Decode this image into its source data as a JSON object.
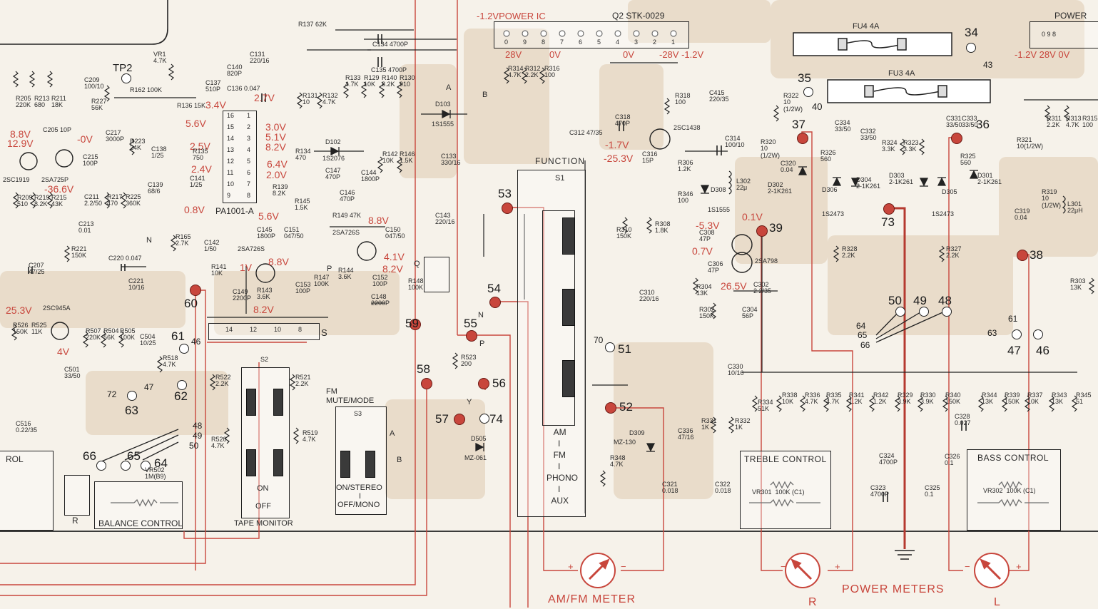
{
  "ic": {
    "power_ic_header": "-1.2VPOWER IC",
    "q2": "Q2  STK-0029",
    "pins": [
      "0",
      "9",
      "8",
      "7",
      "6",
      "5",
      "4",
      "3",
      "2",
      "1"
    ],
    "volt_28v": "28V",
    "volt_0v": "0V",
    "volt_0v_b": "0V",
    "volt_row": "-28V -1.2V",
    "power_right": "POWER",
    "power_right_pins": "0  9  8",
    "power_right_volts": "-1.2V 28V  0V",
    "pa1001": "PA1001-A",
    "pa_pins_left": [
      "16",
      "15",
      "14",
      "13",
      "12",
      "11",
      "10",
      "9"
    ],
    "pa_pins_right": [
      "1",
      "2",
      "3",
      "4",
      "5",
      "6",
      "7",
      "8"
    ]
  },
  "fuses": {
    "fu4": "FU4  4A",
    "fu3": "FU3  4A"
  },
  "tp": {
    "t34": "34",
    "t43": "43",
    "t35": "35",
    "t40": "40",
    "t37": "37",
    "t36": "36",
    "t53": "53",
    "t39": "39",
    "t73": "73",
    "t38": "38",
    "t54": "54",
    "t55": "55",
    "t56": "56",
    "t57": "57",
    "t58": "58",
    "t59": "59",
    "t60": "60",
    "t61": "61",
    "t62": "62",
    "t63": "63",
    "t64": "64",
    "t65": "65",
    "t66": "66",
    "t47": "47",
    "t46": "46",
    "t72": "72",
    "t74": "74",
    "t70": "70",
    "t51": "51",
    "t52": "52",
    "t50": "50",
    "t49": "49",
    "t48": "48",
    "t48b": "48",
    "t49b": "49",
    "t50b": "50",
    "t61b": "61",
    "t63b": "63",
    "t47b": "47",
    "t46b": "46",
    "t64b": "64",
    "t65b": "65",
    "t66b": "66",
    "tp2": "TP2"
  },
  "voltages": {
    "v1": "2.7V",
    "v2": "3.4V",
    "v3": "5.6V",
    "v4": "3.0V",
    "v5": "5.1V",
    "v6": "8.2V",
    "v7": "2.5V",
    "v8": "6.4V",
    "v9": "2.4V",
    "v10": "0.8V",
    "v11": "5.6V",
    "v12": "8.8V",
    "v13": "8.2V",
    "v14": "4.1V",
    "v15": "8.8V",
    "v16": "8.2V",
    "v17": "1V",
    "v18": "8.8V",
    "v19": "12.9V",
    "v20": "-0V",
    "v21": "-36.6V",
    "v22": "25.3V",
    "v23": "4V",
    "v24": "-1.7V",
    "v25": "-25.3V",
    "v26": "0.1V",
    "v27": "-5.3V",
    "v28": "0.7V",
    "v29": "26.5V",
    "v30": "2.0V"
  },
  "parts": {
    "r137": "R137 62K",
    "c134": "C134 4700P",
    "c135": "C135 4700P",
    "vr1": "VR1\n4.7K",
    "c140": "C140\n820P",
    "c131": "C131\n220/16",
    "c137": "C137\n510P",
    "c209": "C209\n100/10",
    "r162": "R162 100K",
    "r136": "R136 15K",
    "c136": "C136 0.047",
    "r131": "R131\n10",
    "r132": "R132\n4.7K",
    "r133": "R133\n4.7K",
    "r129": "R129\n10K",
    "r140": "R140\n8.2K",
    "r130": "R130\n910",
    "d103": "D103",
    "d103v": "1S1555",
    "r227": "R227\n56K",
    "r205": "R205\n220K",
    "r213": "R213\n680",
    "r211": "R211\n18K",
    "c205": "C205 10P",
    "c217": "C217\n3000P",
    "r223": "R223\n24K",
    "q201": "2SC1919",
    "q203": "2SA725P",
    "c215": "C215\n100P",
    "r135": "R135\n750",
    "c138": "C138\n1/25",
    "c139": "C139\n68/6",
    "c141": "C141\n1/25",
    "r134": "R134\n470",
    "d102": "D102",
    "d102v": "1S2076",
    "c147": "C147\n470P",
    "c146": "C146\n470P",
    "c144": "C144\n1800P",
    "r142": "R142\n10K",
    "r146": "R146\n1.5K",
    "c133": "C133\n330/16",
    "r139": "R139\n8.2K",
    "r145": "R145\n1.5K",
    "r149": "R149 47K",
    "c143": "C143\n220/16",
    "c145": "C145\n1800P",
    "c151": "C151\n047/50",
    "q8": "2SA726S",
    "c150": "C150\n047/50",
    "r165": "R165\n2.7K",
    "c142": "C142\n1/50",
    "q7": "2SA726S",
    "r141": "R141\n10K",
    "r143": "R143\n3.6K",
    "c149": "C149\n2200P",
    "c153": "C153\n100P",
    "r147": "R147\n100K",
    "r144": "R144\n3.6K",
    "c152": "C152\n100P",
    "c148": "C148\n2200P",
    "r148": "R148\n100K",
    "r209": "R209\n510",
    "r219": "R219\n8.2K",
    "r215": "R215\n43K",
    "c211": "C211\n2.2/50",
    "r217": "R217\n470",
    "r225": "R225\n360K",
    "c213": "C213\n0.01",
    "r221": "R221\n150K",
    "c207": "C207\n47/25",
    "c220": "C220 0.047",
    "c221": "C221\n10/16",
    "q502": "2SC945A",
    "r526": "R526\n150K",
    "r525": "R525\n11K",
    "r507": "R507\n220K",
    "r504": "R504\n56K",
    "r505": "R505\n100K",
    "c504": "C504\n10/25",
    "r518": "R518\n4.7K",
    "c501": "C501\n33/50",
    "c516": "C516\n0.22/35",
    "r522": "R522\n2.2K",
    "r521": "R521\n2.2K",
    "r520": "R520\n4.7K",
    "r519": "R519\n4.7K",
    "r523": "R523\n200",
    "d505": "D505",
    "d505v": "MZ-061",
    "r314": "R314\n4.7K",
    "r312": "R312\n2.2K",
    "r316": "R316\n100",
    "r318": "R318\n100",
    "c415": "C415\n220/35",
    "c312": "C312 47/35",
    "c318": "C318\n470P",
    "q304": "2SC1438",
    "c314": "C314\n100/10",
    "c316": "C316\n15P",
    "r306": "R306\n1.2K",
    "r346": "R346\n100",
    "d308": "D308",
    "d308v": "1S1555",
    "r310": "R310\n150K",
    "r308": "R308\n1.8K",
    "c308": "C308\n47P",
    "c306": "C306\n47P",
    "q302": "2SA798",
    "r304": "R304\n13K",
    "r302": "R302\n150K",
    "c302": "C302\n2.2/35",
    "c304": "C304\n56P",
    "c310": "C310\n220/16",
    "c330": "C330\n10/16",
    "r331": "R331\n1K",
    "r332": "R332\n1K",
    "c336": "C336\n47/16",
    "d309": "D309",
    "d309v": "MZ-130",
    "r348": "R348\n4.7K",
    "c321": "C321\n0.018",
    "c322": "C322\n0.018",
    "r322": "R322\n10\n(1/2W)",
    "r320": "R320\n10\n(1/2W)",
    "c320": "C320\n0.04",
    "d302": "D302\n2-1K261",
    "c334": "C334\n33/50",
    "c332": "C332\n33/50",
    "r326": "R326\n560",
    "r324": "R324\n3.3K",
    "r323": "R323\n3.3K",
    "c331": "C331\n33/50",
    "c333": "C333\n33/50",
    "r325": "R325\n560",
    "d306": "D306",
    "d304": "D304\n2-1K261",
    "d303": "D303\n2-1K261",
    "d305": "D305",
    "d301": "D301\n2-1K261",
    "s2473a": "1S2473",
    "s2473b": "1S2473",
    "r328": "R328\n2.2K",
    "r327": "R327\n2.2K",
    "r321": "R321\n10(1/2W)",
    "r311": "R311\n2.2K",
    "r313": "R313\n4.7K",
    "r315": "R315\n100",
    "r319": "R319\n10\n(1/2W)",
    "l301": "L301\n22μH",
    "l302": "L302\n22μ",
    "c319": "C319\n0.04",
    "r303": "R303\n13K",
    "r334": "R334\n51K",
    "r338": "R338\n10K",
    "r336": "R336\n4.7K",
    "r335": "R335\n4.7K",
    "r341": "R341\n1.2K",
    "r342": "R342\n1.2K",
    "r329": "R329\n3.9K",
    "r330": "R330\n3.9K",
    "r340": "R340\n150K",
    "c328": "C328\n0.027",
    "r344": "R344\n13K",
    "r339": "R339\n150K",
    "r337": "R337\n10K",
    "r343": "R343\n13K",
    "r345": "R345\n51",
    "c324": "C324\n4700P",
    "c326": "C326\n0.1",
    "c323": "C323\n4700P",
    "c325": "C325\n0.1",
    "vr301": "VR301  100K (C1)",
    "vr302": "VR302  100K (C1)",
    "vr502": "VR502\n1M(B9)"
  },
  "switches": {
    "function_title": "FUNCTION",
    "s1": "S1",
    "function_modes": [
      "AM",
      "I",
      "FM",
      "I",
      "PHONO",
      "I",
      "AUX"
    ],
    "s_main": "S",
    "s2": "S2",
    "s2_pins": [
      "14",
      "12",
      "10",
      "8"
    ],
    "tape_on": "ON",
    "tape_off": "OFF",
    "tape_monitor": "TAPE MONITOR",
    "fm_mute": "FM\nMUTE/MODE",
    "s3": "S3",
    "on_stereo": "ON/STEREO",
    "i_sep": "I",
    "off_mono": "OFF/MONO",
    "sw_a": "A",
    "sw_b": "B",
    "sw_y": "Y",
    "sw_n": "N",
    "sw_p": "P",
    "sw_q": "Q",
    "point_a": "A",
    "point_b": "B",
    "point_n": "N",
    "point_p": "P"
  },
  "controls": {
    "treble": "TREBLE CONTROL",
    "bass": "BASS CONTROL",
    "balance": "BALANCE CONTROL",
    "rol": "ROL",
    "r_block": "R"
  },
  "footer": {
    "am_fm_meter": "AM/FM METER",
    "power_meters": "POWER METERS",
    "r": "R",
    "l": "L",
    "plus": "+",
    "minus": "−"
  }
}
